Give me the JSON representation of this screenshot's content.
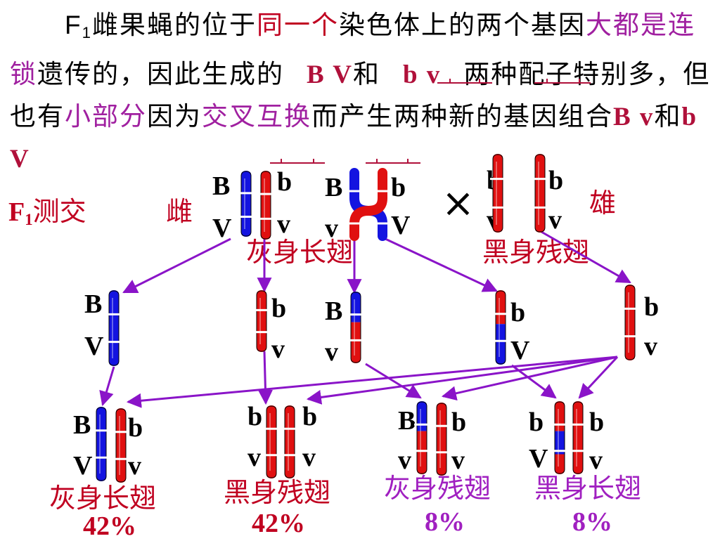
{
  "intro": {
    "s1": "F",
    "s1sub": "1",
    "s2": "雌果蝇的位于",
    "s3": "同一个",
    "s4": "染色体上的两个基因",
    "s5": "大都是连锁",
    "s6": "遗传的，因此生成的",
    "g1": "B V",
    "s7": "和",
    "g2": "b  v",
    "s8": "两种配子特别多，但也有",
    "s9": "小部分",
    "s10": "因为",
    "s11": "交叉互换",
    "s12": "而产生两种新的基因组合",
    "g3": "B  v",
    "s13": "和",
    "g4": "b  V"
  },
  "cross": {
    "f1_label": "F",
    "f1_sub": "1",
    "test": "测交",
    "female": "雌",
    "male": "雄",
    "female_phenotype": "灰身长翅",
    "male_phenotype": "黑身残翅",
    "times": "×"
  },
  "alleles": {
    "B": "B",
    "b": "b",
    "V": "V",
    "v": "v"
  },
  "offspring": [
    {
      "phenotype": "灰身长翅",
      "percent": "42%"
    },
    {
      "phenotype": "黑身残翅",
      "percent": "42%"
    },
    {
      "phenotype": "灰身残翅",
      "percent": "8%"
    },
    {
      "phenotype": "黑身长翅",
      "percent": "8%"
    }
  ],
  "colors": {
    "blue": "#1414e0",
    "red": "#e01010",
    "purple": "#8a14c8",
    "text_purple": "#a020c0",
    "text_red": "#c00020"
  }
}
